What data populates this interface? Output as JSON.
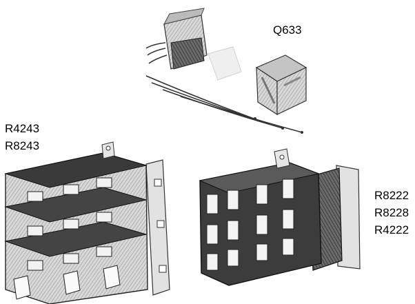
{
  "labels": {
    "q633": "Q633",
    "left_relay": [
      "R4243",
      "R8243"
    ],
    "right_relay": [
      "R8222",
      "R8228",
      "R4222"
    ]
  },
  "illustrations": {
    "q633": "transformer-with-enclosure-and-wires",
    "left_relay": "three-pole-relay",
    "right_relay": "relay-block"
  }
}
